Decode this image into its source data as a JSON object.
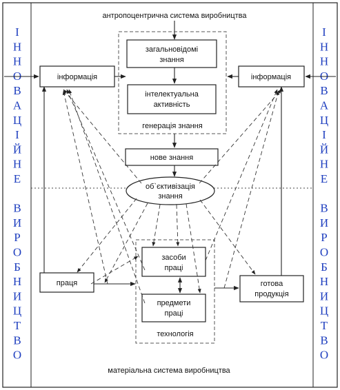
{
  "top_label": "антропоцентрична система виробництва",
  "bottom_label": "матеріальна система виробництва",
  "side_label_letters": [
    "І",
    "Н",
    "Н",
    "О",
    "В",
    "А",
    "Ц",
    "І",
    "Й",
    "Н",
    "Е",
    "",
    "В",
    "И",
    "Р",
    "О",
    "Б",
    "Н",
    "И",
    "Ц",
    "Т",
    "В",
    "О"
  ],
  "knowledge_group_label": "генерація знання",
  "technology_group_label": "технологія",
  "boxes": {
    "general_knowledge": [
      "загальновідомі",
      "знання"
    ],
    "intellectual_activity": [
      "інтелектуальна",
      "активність"
    ],
    "info_left": "інформація",
    "info_right": "інформація",
    "new_knowledge": "нове знання",
    "objectivization": [
      "об`єктивізація",
      "знання"
    ],
    "labor": "праця",
    "means_of_labor": [
      "засоби",
      "праці"
    ],
    "objects_of_labor": [
      "предмети",
      "праці"
    ],
    "finished_product": [
      "готова",
      "продукція"
    ]
  }
}
